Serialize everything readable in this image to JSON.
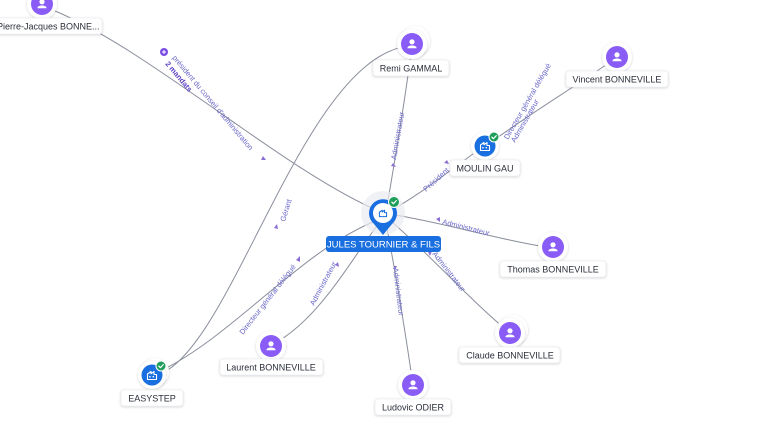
{
  "colors": {
    "person": "#8a5cf6",
    "company": "#1a6fe0",
    "check": "#1e9e5a",
    "edge_label": "#6b68c9"
  },
  "center": {
    "label": "JULES TOURNIER & FILS",
    "icon": "building-icon",
    "verified": true
  },
  "persons": [
    {
      "label": "Pierre-Jacques BONNE...",
      "icon": "person-icon"
    },
    {
      "label": "Remi GAMMAL",
      "icon": "person-icon"
    },
    {
      "label": "Vincent BONNEVILLE",
      "icon": "person-icon"
    },
    {
      "label": "Thomas BONNEVILLE",
      "icon": "person-icon"
    },
    {
      "label": "Claude BONNEVILLE",
      "icon": "person-icon"
    },
    {
      "label": "Ludovic ODIER",
      "icon": "person-icon"
    },
    {
      "label": "Laurent BONNEVILLE",
      "icon": "person-icon"
    }
  ],
  "companies": [
    {
      "label": "MOULIN GAU",
      "icon": "building-icon",
      "verified": true
    },
    {
      "label": "EASYSTEP",
      "icon": "building-icon",
      "verified": true
    }
  ],
  "edges": [
    {
      "label": "président du conseil d'administration",
      "sublabel": "2 mandats",
      "badge": "plus-badge-icon"
    },
    {
      "label": "Administrateur"
    },
    {
      "label": "Directeur général délégué"
    },
    {
      "label": "Administrateur"
    },
    {
      "label": "Président"
    },
    {
      "label": "Administrateur"
    },
    {
      "label": "Administrateur"
    },
    {
      "label": "Administrateur"
    },
    {
      "label": "Administrateur"
    },
    {
      "label": "Gérant"
    },
    {
      "label": "Directeur général délégué"
    }
  ]
}
